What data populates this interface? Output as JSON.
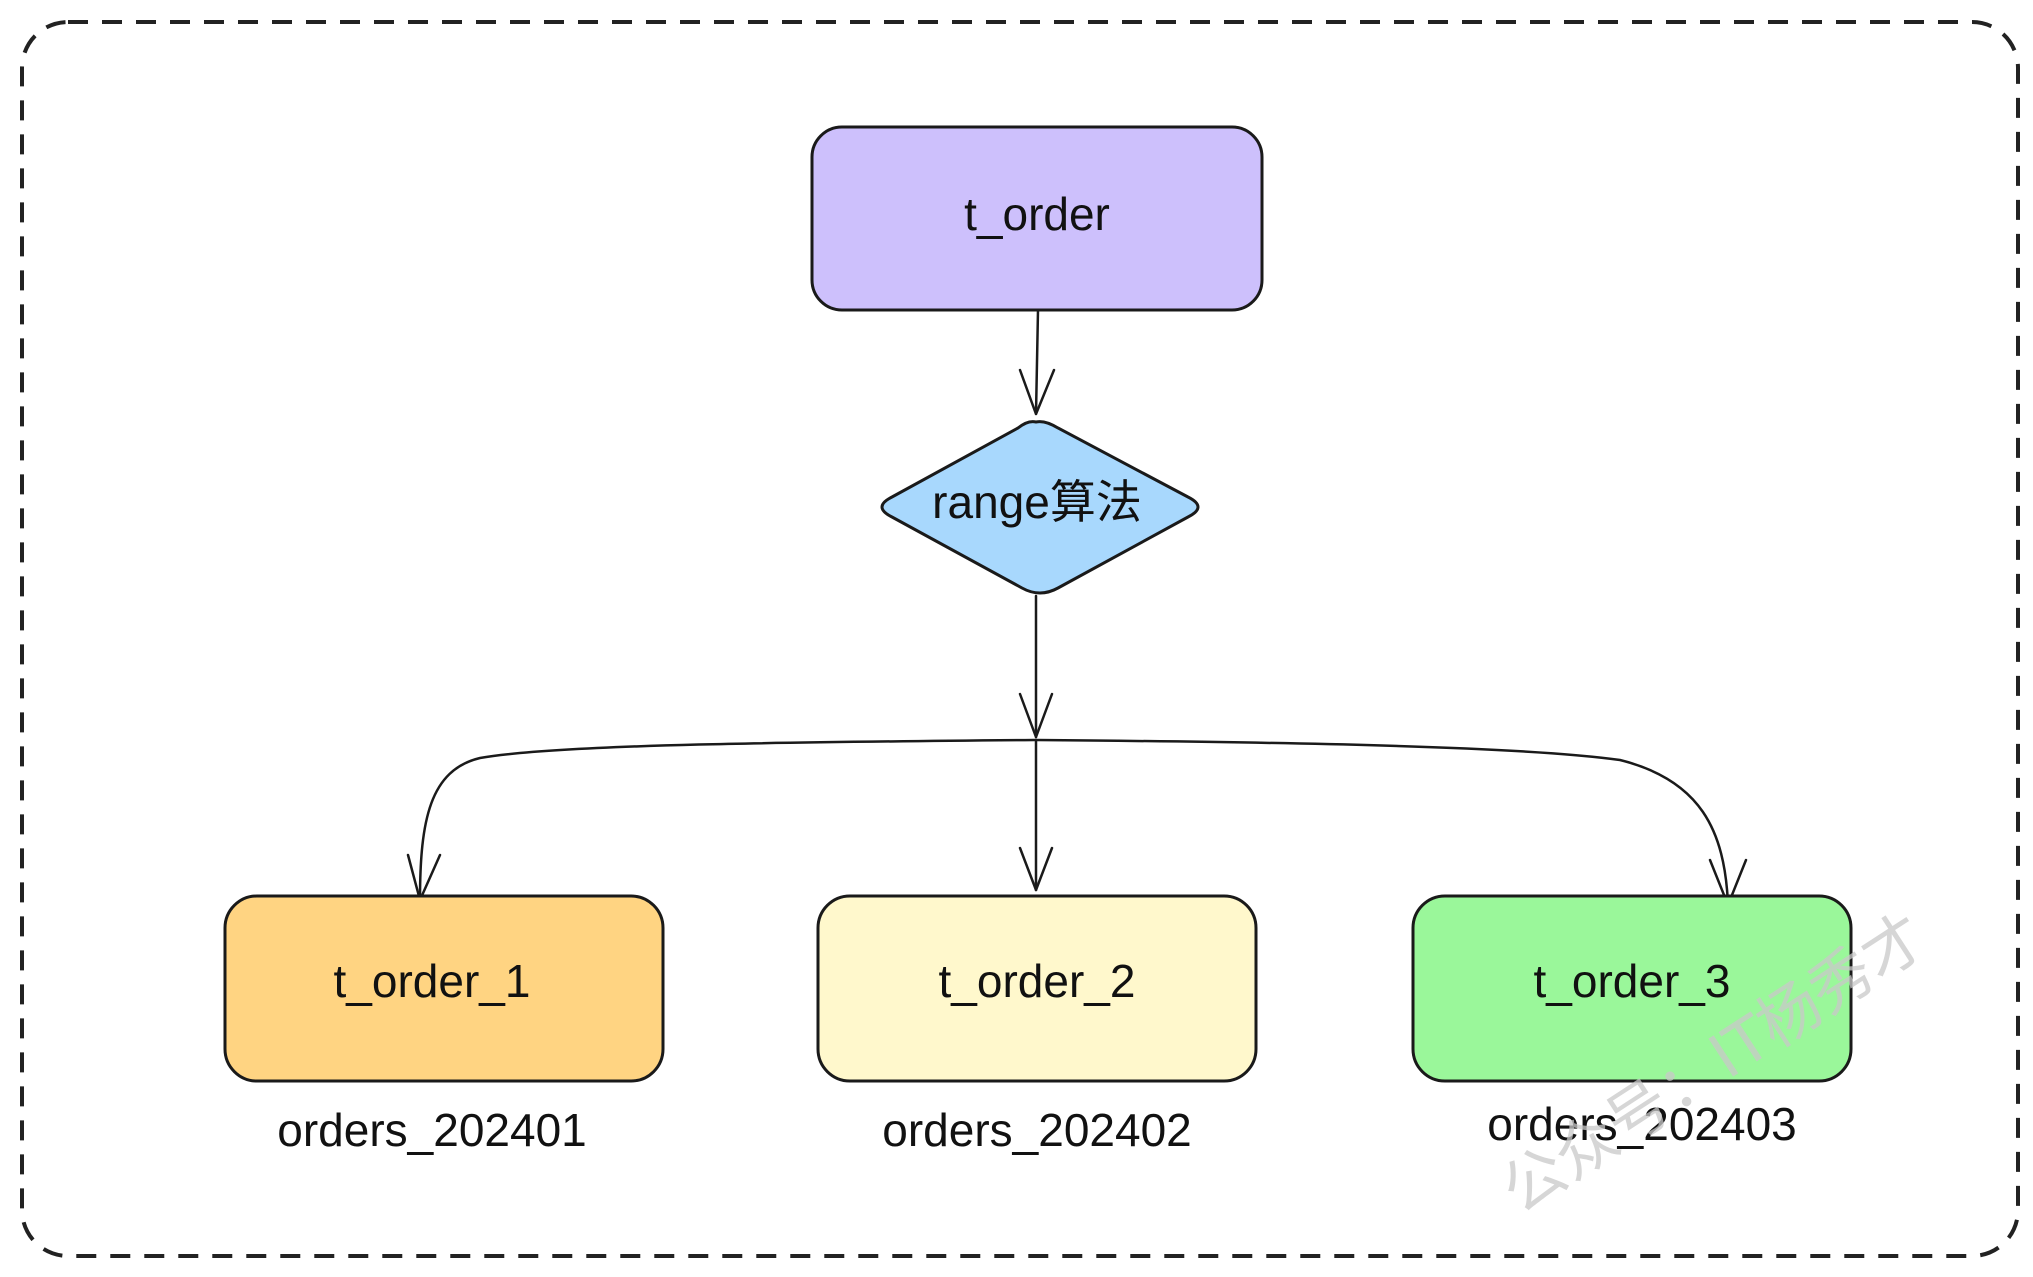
{
  "diagram": {
    "colors": {
      "source": "#cdc0fc",
      "algorithm": "#a8d8fd",
      "shard_1": "#ffd482",
      "shard_2": "#fff8cc",
      "shard_3": "#9af79a",
      "stroke": "#1a1a1a",
      "frame": "#222222"
    },
    "source": {
      "label": "t_order"
    },
    "algorithm": {
      "label": "range算法"
    },
    "shards": [
      {
        "label": "t_order_1",
        "caption": "orders_202401"
      },
      {
        "label": "t_order_2",
        "caption": "orders_202402"
      },
      {
        "label": "t_order_3",
        "caption": "orders_202403"
      }
    ],
    "watermark": "公众号：IT杨秀才"
  }
}
